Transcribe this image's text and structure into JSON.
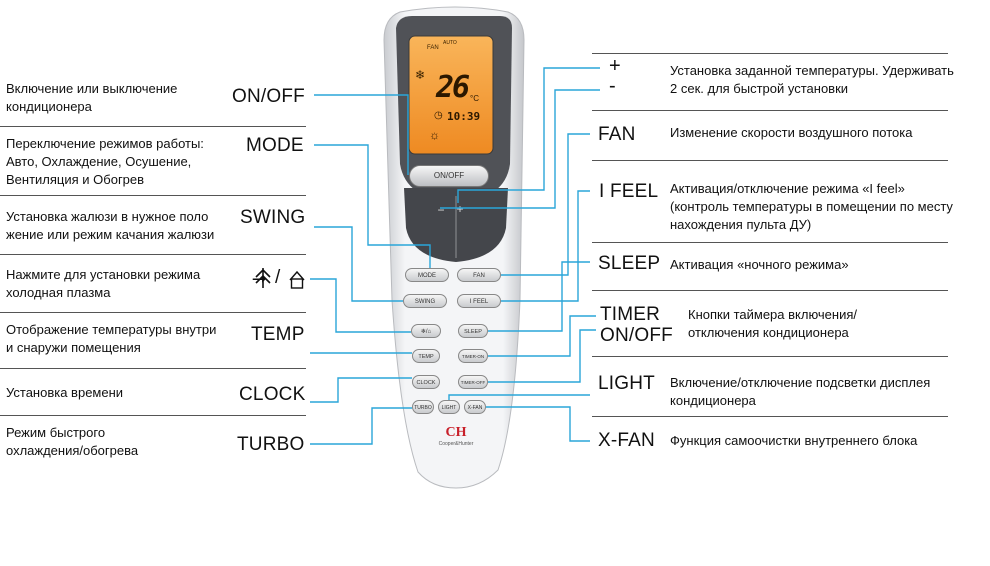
{
  "left": [
    {
      "desc": "Включение или выключение\nкондиционера",
      "key": "ON/OFF"
    },
    {
      "desc": "Переключение режимов работы:\nАвто, Охлаждение, Осушение,\nВентиляция и Обогрев",
      "key": "MODE"
    },
    {
      "desc": "Установка жалюзи в нужное поло\nжение или режим качания жалюзи",
      "key": "SWING"
    },
    {
      "desc": "Нажмите для установки режима\nхолодная плазма",
      "key": "/"
    },
    {
      "desc": "Отображение температуры внутри\nи снаружи помещения",
      "key": "TEMP"
    },
    {
      "desc": "Установка времени",
      "key": "CLOCK"
    },
    {
      "desc": "Режим быстрого\nохлаждения/обогрева",
      "key": "TURBO"
    }
  ],
  "right": [
    {
      "key": "+\n-",
      "desc": "Установка заданной температуры. Удерживать\n2 сек. для быстрой установки"
    },
    {
      "key": "FAN",
      "desc": "Изменение скорости воздушного потока"
    },
    {
      "key": "I FEEL",
      "desc": "Активация/отключение режима «I feel»\n(контроль температуры в помещении по месту\nнахождения пульта ДУ)"
    },
    {
      "key": "SLEEP",
      "desc": "Активация «ночного режима»"
    },
    {
      "key": "TIMER\nON/OFF",
      "desc": "Кнопки таймера включения/\nотключения кондиционера"
    },
    {
      "key": "LIGHT",
      "desc": "Включение/отключение подсветки дисплея\nкондиционера"
    },
    {
      "key": "X-FAN",
      "desc": "Функция самоочистки внутреннего блока"
    }
  ],
  "remote": {
    "display": {
      "fan": "FAN",
      "auto": "AUTO",
      "temp": "26",
      "unit": "°C",
      "time": "10:39"
    },
    "buttons": {
      "onoff": "ON/OFF",
      "minus": "−",
      "plus": "+",
      "mode": "MODE",
      "fan": "FAN",
      "swing": "SWING",
      "ifeel": "I FEEL",
      "sleep": "SLEEP",
      "temp": "TEMP",
      "timer_on": "TIMER-ON",
      "clock": "CLOCK",
      "timer_off": "TIMER-OFF",
      "turbo": "TURBO",
      "light": "LIGHT",
      "xfan": "X-FAN"
    },
    "brand_logo": "CH",
    "brand_name": "Cooper&Hunter"
  },
  "colors": {
    "leader": "#2aa6d9",
    "separator": "#555555",
    "remote_body": "#eeeff1",
    "display_bg": "#f39a2e",
    "panel_dark": "#4a4c50"
  }
}
